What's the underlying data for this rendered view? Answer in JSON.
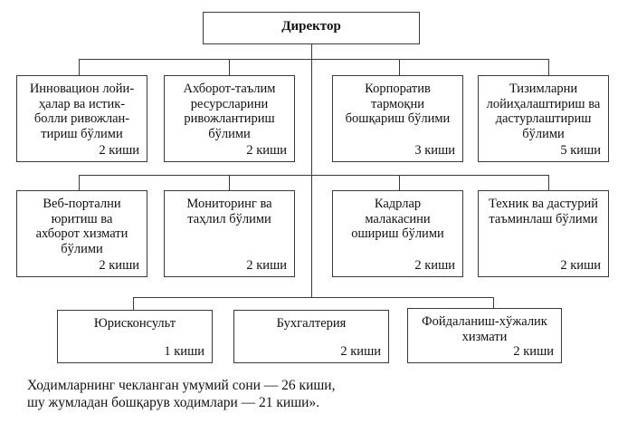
{
  "director": {
    "title": "Директор"
  },
  "rows": [
    [
      {
        "title": "Инновацион лойи-\nҳалар ва истик-\nболли ривожлан-\nтириш бўлими",
        "count": "2 киши"
      },
      {
        "title": "Ахборот-таълим\nресурсларини\nривожлантириш\nбўлими",
        "count": "2 киши"
      },
      {
        "title": "Корпоратив\nтармоқни\nбошқариш бўлими",
        "count": "3 киши"
      },
      {
        "title": "Тизимларни\nлойиҳалаштириш ва\nдастурлаштириш\nбўлими",
        "count": "5 киши"
      }
    ],
    [
      {
        "title": "Веб-портални\nюритиш ва\nахборот хизмати\nбўлими",
        "count": "2 киши"
      },
      {
        "title": "Мониторинг ва\nтаҳлил бўлими",
        "count": "2 киши"
      },
      {
        "title": "Кадрлар\nмалакасини\nошириш бўлими",
        "count": "2 киши"
      },
      {
        "title": "Техник ва дастурий\nтаъминлаш бўлими",
        "count": "2 киши"
      }
    ],
    [
      {
        "title": "Юрисконсульт",
        "count": "1 киши"
      },
      {
        "title": "Бухгалтерия",
        "count": "2 киши"
      },
      {
        "title": "Фойдаланиш-хўжалик\nхизмати",
        "count": "2 киши"
      }
    ]
  ],
  "footer": "Ходимларнинг чекланган умумий сони — 26 киши,\nшу жумладан бошқарув ходимлари — 21 киши»."
}
